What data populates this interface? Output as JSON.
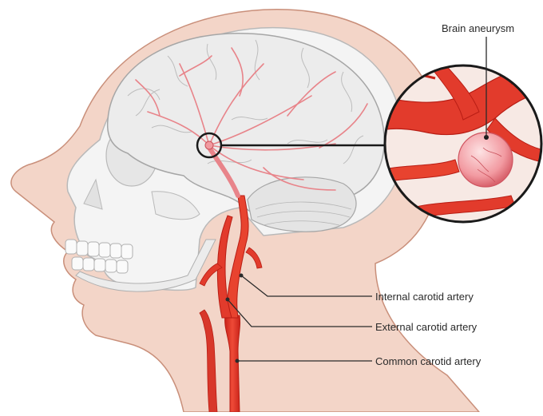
{
  "labels": {
    "brain_aneurysm": "Brain aneurysm",
    "internal_carotid": "Internal carotid artery",
    "external_carotid": "External carotid artery",
    "common_carotid": "Common carotid artery"
  },
  "colors": {
    "skin": "#f3d5c8",
    "skin_outline": "#c98f7a",
    "skull": "#f4f4f4",
    "skull_outline": "#b9b9b9",
    "brain": "#ececec",
    "brain_outline": "#a6a6a6",
    "artery": "#e23b2c",
    "artery_dark": "#b81d14",
    "vessel_light": "#e8848a",
    "aneurysm": "#f19aa0",
    "leader_line": "#2a2a2a"
  }
}
